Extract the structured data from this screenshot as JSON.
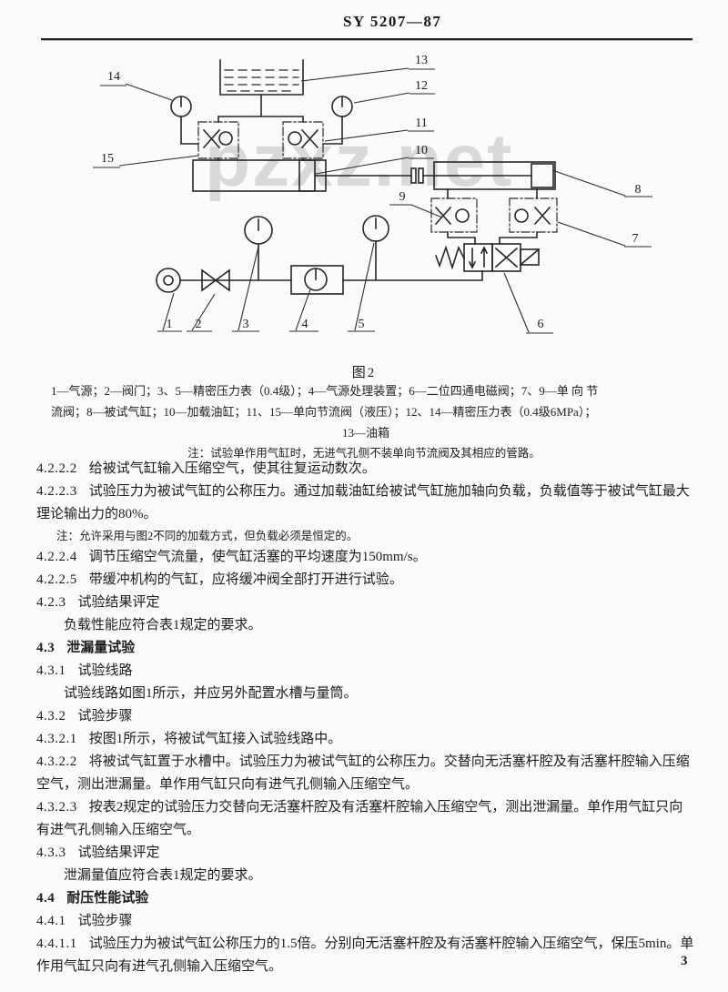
{
  "page": {
    "header": "SY 5207—87",
    "page_number": "3",
    "watermark": "pzxz.net"
  },
  "figure": {
    "caption": "图2",
    "legend": {
      "line1": "1—气源；2—阀门；3、5—精密压力表（0.4级）；4—气源处理装置；6—二位四通电磁阀；7、9—单 向 节",
      "line2": "流阀；8—被试气缸；10—加载油缸；11、15—单向节流阀（液压）；12、14—精密压力表（0.4级6MPa）；",
      "line3": "13—油箱"
    },
    "note": "注：试验单作用气缸时，无进气孔侧不装单向节流阀及其相应的管路。",
    "labels": [
      "1",
      "2",
      "3",
      "4",
      "5",
      "6",
      "7",
      "8",
      "9",
      "10",
      "11",
      "12",
      "13",
      "14",
      "15"
    ]
  },
  "sections": [
    {
      "num": "4.2.2.2",
      "text": "给被试气缸输入压缩空气，使其往复运动数次。"
    },
    {
      "num": "4.2.2.3",
      "text": "试验压力为被试气缸的公称压力。通过加载油缸给被试气缸施加轴向负载，负载值等于被试气缸最大理论输出力的80%。"
    },
    {
      "num": "",
      "text": "注：允许采用与图2不同的加载方式，但负载必须是恒定的。"
    },
    {
      "num": "4.2.2.4",
      "text": "调节压缩空气流量，使气缸活塞的平均速度为150mm/s。"
    },
    {
      "num": "4.2.2.5",
      "text": "带缓冲机构的气缸，应将缓冲阀全部打开进行试验。"
    },
    {
      "num": "4.2.3",
      "text": "试验结果评定"
    },
    {
      "num": "",
      "text": "负载性能应符合表1规定的要求。"
    },
    {
      "num": "4.3",
      "text": "泄漏量试验"
    },
    {
      "num": "4.3.1",
      "text": "试验线路"
    },
    {
      "num": "",
      "text": "试验线路如图1所示，并应另外配置水槽与量筒。"
    },
    {
      "num": "4.3.2",
      "text": "试验步骤"
    },
    {
      "num": "4.3.2.1",
      "text": "按图1所示，将被试气缸接入试验线路中。"
    },
    {
      "num": "4.3.2.2",
      "text": "将被试气缸置于水槽中。试验压力为被试气缸的公称压力。交替向无活塞杆腔及有活塞杆腔输入压缩空气，测出泄漏量。单作用气缸只向有进气孔侧输入压缩空气。"
    },
    {
      "num": "4.3.2.3",
      "text": "按表2规定的试验压力交替向无活塞杆腔及有活塞杆腔输入压缩空气，测出泄漏量。单作用气缸只向有进气孔侧输入压缩空气。"
    },
    {
      "num": "4.3.3",
      "text": "试验结果评定"
    },
    {
      "num": "",
      "text": "泄漏量值应符合表1规定的要求。"
    },
    {
      "num": "4.4",
      "text": "耐压性能试验"
    },
    {
      "num": "4.4.1",
      "text": "试验步骤"
    },
    {
      "num": "4.4.1.1",
      "text": "试验压力为被试气缸公称压力的1.5倍。分别向无活塞杆腔及有活塞杆腔输入压缩空气，保压5min。单作用气缸只向有进气孔侧输入压缩空气。"
    }
  ]
}
